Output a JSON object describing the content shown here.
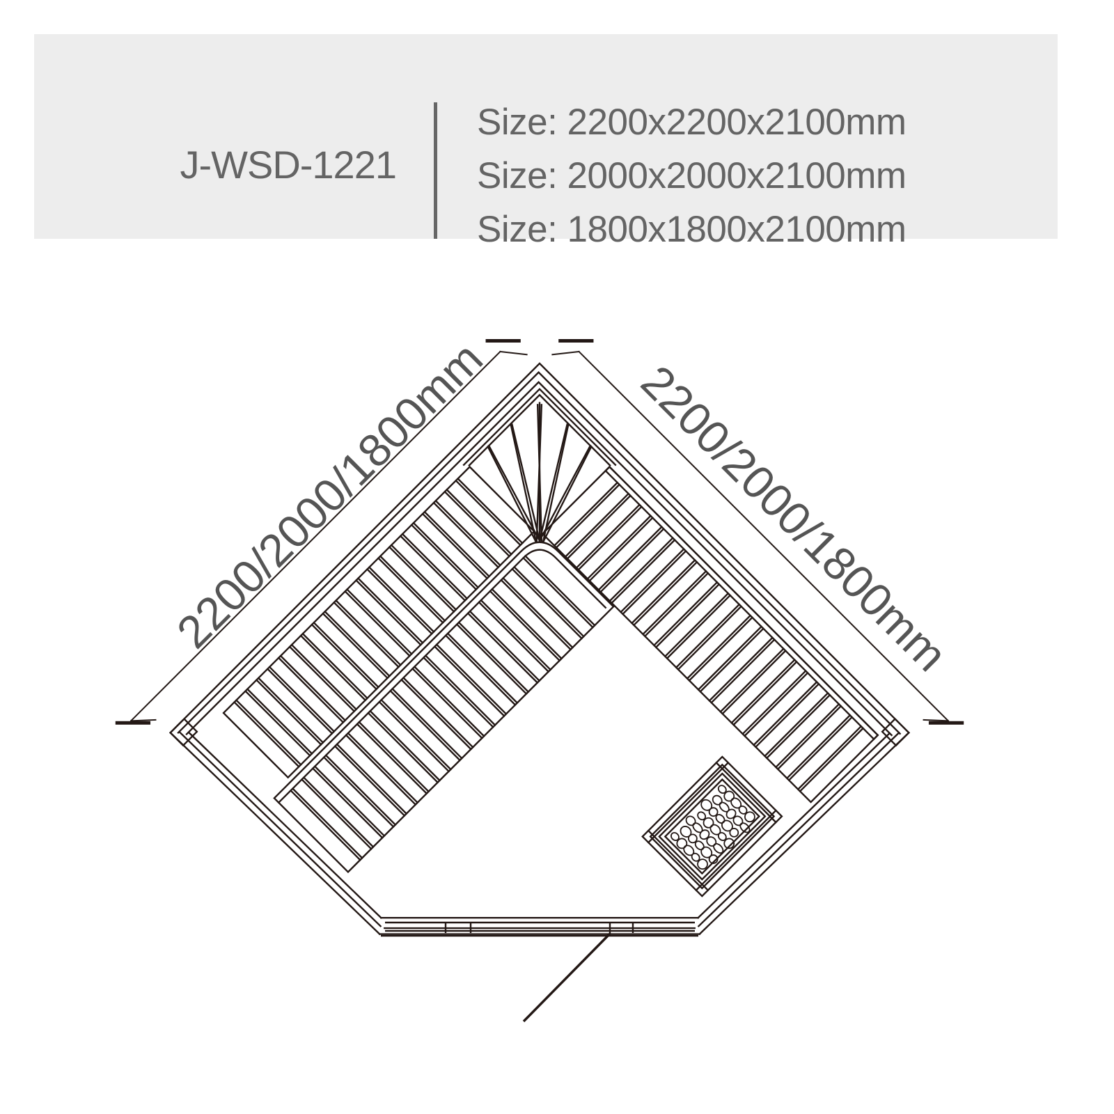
{
  "header": {
    "model_code": "J-WSD-1221",
    "sizes": [
      "Size: 2200x2200x2100mm",
      "Size: 2000x2000x2100mm",
      "Size: 1800x1800x2100mm"
    ],
    "background": "#ededed",
    "text_color": "#646464"
  },
  "floor_plan": {
    "left_dimension_label": "2200/2000/1800mm",
    "right_dimension_label": "2200/2000/1800mm",
    "elements": [
      "corner-fan-backrest",
      "upper-bench-right",
      "upper-bench-left",
      "lower-bench-left",
      "heater-with-stones",
      "glass-door"
    ],
    "line_color": "#231815"
  }
}
